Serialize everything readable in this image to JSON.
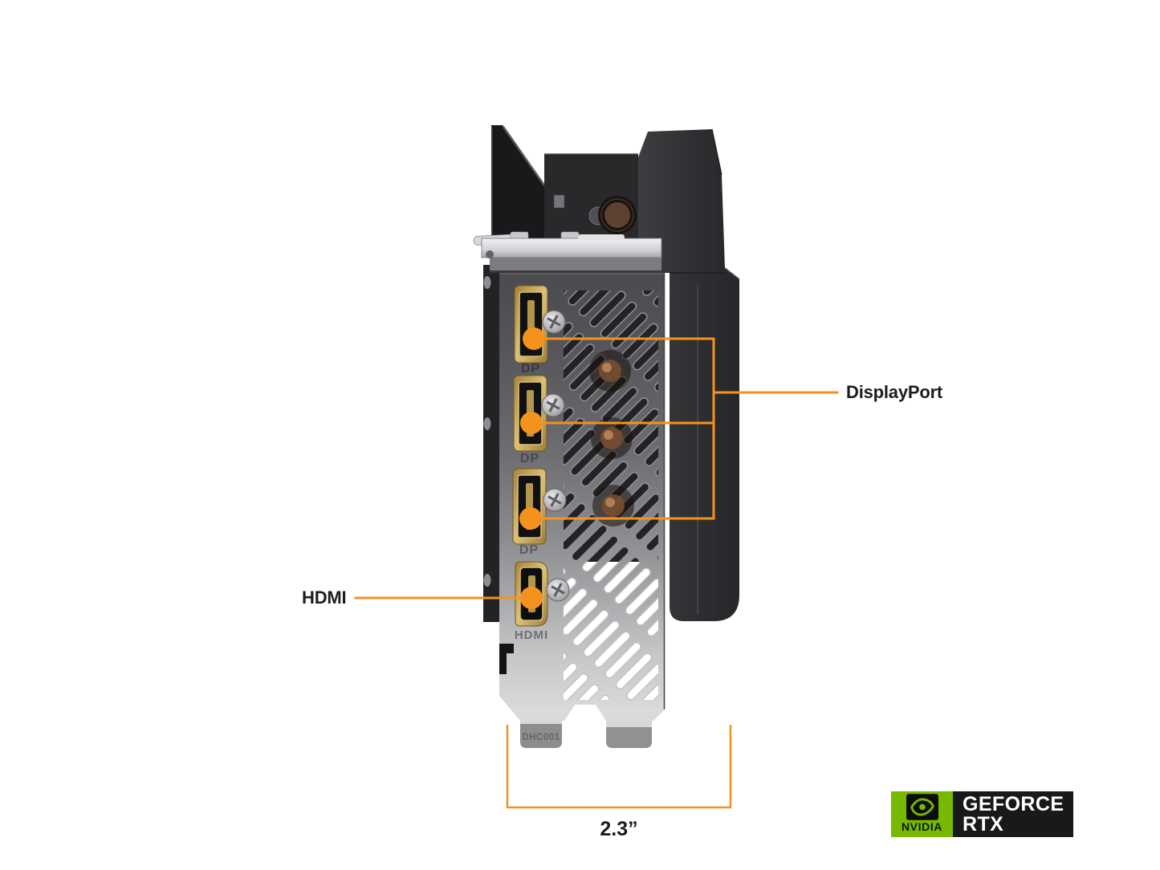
{
  "annotations": {
    "displayport": {
      "label": "DisplayPort"
    },
    "hdmi": {
      "label": "HDMI"
    },
    "measurement": {
      "value": "2.3”"
    },
    "accent_color": "#F5921E"
  },
  "card": {
    "description": "GPU I/O bracket side view with three DisplayPort outputs and one HDMI output",
    "port_labels": [
      "DP",
      "DP",
      "DP",
      "HDMI"
    ],
    "bracket_stamp": "DHC001"
  },
  "badge": {
    "brand": "NVIDIA",
    "line1": "GEFORCE",
    "line2": "RTX",
    "green": "#76B900",
    "black": "#191919"
  }
}
